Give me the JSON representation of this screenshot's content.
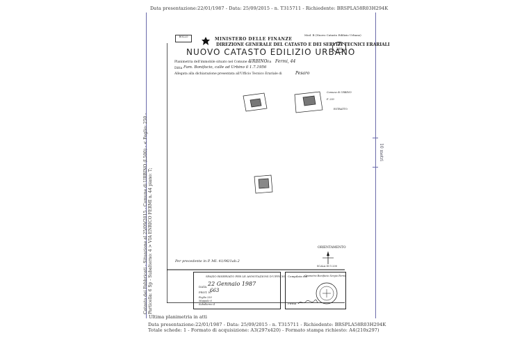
{
  "header": {
    "top": "Data presentazione:22/01/1987 - Data: 25/09/2015 - n. T315711 - Richiedente: BRSPLA58R03H294K",
    "bottom_line1": "Data presentazione:22/01/1987 - Data: 25/09/2015 - n. T315711 - Richiedente: BRSPLA58R03H294K",
    "bottom_line2": "Totale schede: 1 - Formato di acquisizione: A3(297x420) - Formato stampa richiesto: A4(210x297)"
  },
  "caption": "Ultima planimetria in atti",
  "side_left": "Catasto dei Fabbricati - Situazione al 25/09/2015 - Comune di URBINO (L500) - < Foglio: 250 - Particella: 6 Sp - Subalterno: 4 > VIA ENRICO FERMI n. 44 piano: T;",
  "side_right": "10 metri",
  "form": {
    "stamp": "BOLLO",
    "ministero": "MINISTERO DELLE FINANZE",
    "direzione": "DIREZIONE GENERALE DEL CATASTO E DEI SERVIZI TECNICI ERARIALI",
    "title": "NUOVO CATASTO EDILIZIO URBANO",
    "lire": "Lire 200",
    "mod": "Mod. B (Nuovo Catasto Edilizio Urbano)",
    "line_planimetria": "Planimetria dell'immobile situato nel Comune di",
    "comune_value": "URBINO",
    "via_label": "Via",
    "via_value": "Fermi, 44",
    "line_ditta": "Ditta",
    "ditta_value": "Fam. Bonifacio, calle ad Urbino il 1.7.1956",
    "line_allegata": "Allegata alla dichiarazione presentata all'Ufficio Tecnico Erariale di",
    "ufficio_value": "Pesaro",
    "orientamento": "ORIENTAMENTO",
    "scala": "SCALA DI 1:200",
    "note_handwritten": "Per precedente in P. MI. 41/96/1ab.2",
    "riservato": "SPAZIO RISERVATO PER LE ANNOTAZIONI D'UFFICIO",
    "data_label": "DATA",
    "data_value": "22 Gennaio 1987",
    "prot_label": "PROT. N°",
    "prot_value": "663",
    "compilata": "Compilata dal",
    "compilata_value": "Geometra Bonifacio Sergio Fermi",
    "firma_label": "Firma",
    "dettagli": [
      "Foglio 250",
      "Mappale 6",
      "Subalterno 4"
    ]
  }
}
